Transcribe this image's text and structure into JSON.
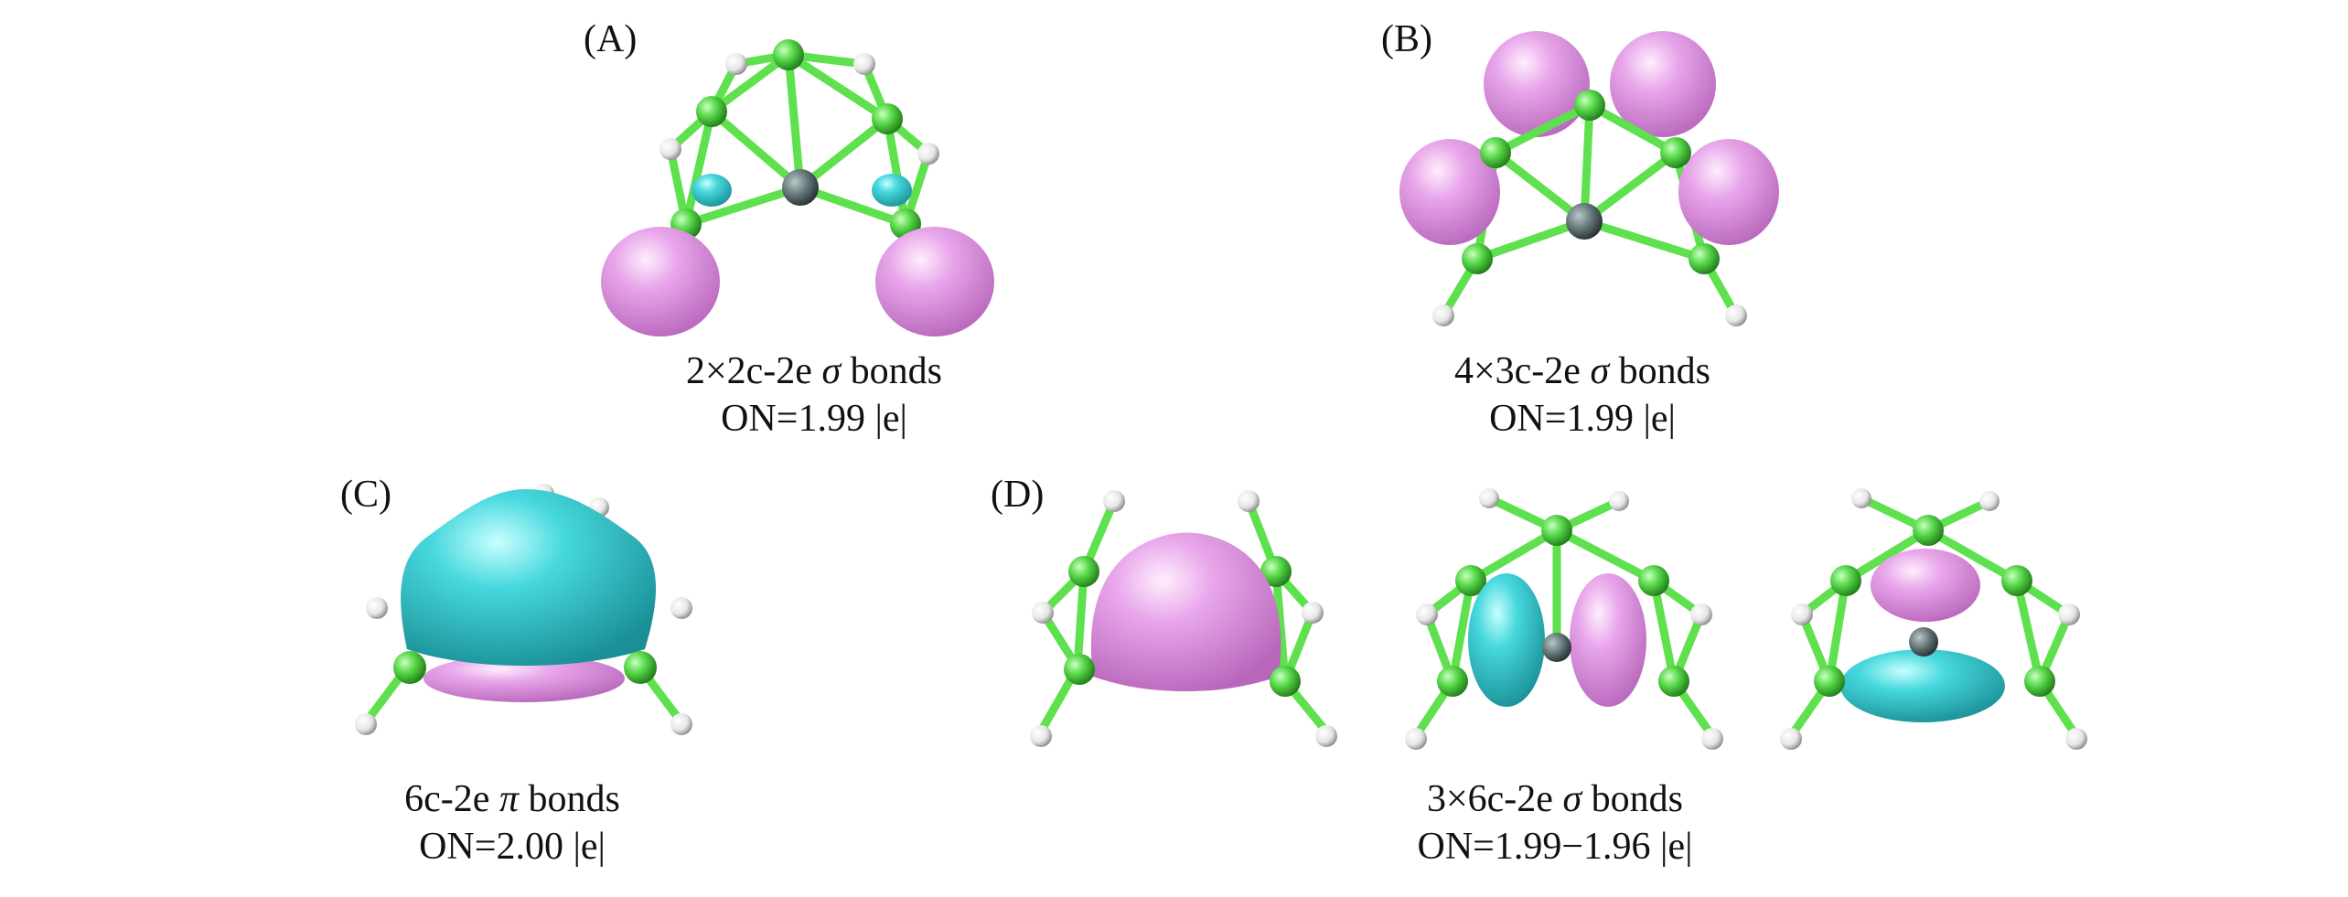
{
  "panels": [
    {
      "label": "(A)",
      "caption_line1_pre": "2×2c-2e ",
      "symbol": "σ",
      "caption_line1_post": " bonds",
      "caption_line2": "ON=1.99 |e|"
    },
    {
      "label": "(B)",
      "caption_line1_pre": "4×3c-2e ",
      "symbol": "σ",
      "caption_line1_post": " bonds",
      "caption_line2": "ON=1.99 |e|"
    },
    {
      "label": "(C)",
      "caption_line1_pre": "6c-2e ",
      "symbol": "π",
      "caption_line1_post": " bonds",
      "caption_line2": "ON=2.00 |e|"
    },
    {
      "label": "(D)",
      "caption_line1_pre": "3×6c-2e ",
      "symbol": "σ",
      "caption_line1_post": " bonds",
      "caption_line2": "ON=1.99−1.96 |e|"
    }
  ],
  "colors": {
    "carbon": "#58d84a",
    "bond": "#5fe04e",
    "hydrogen": "#f2f2f2",
    "metal": "#5f7174",
    "lobe_positive": "#e49be6",
    "lobe_negative": "#3fd3d8"
  }
}
